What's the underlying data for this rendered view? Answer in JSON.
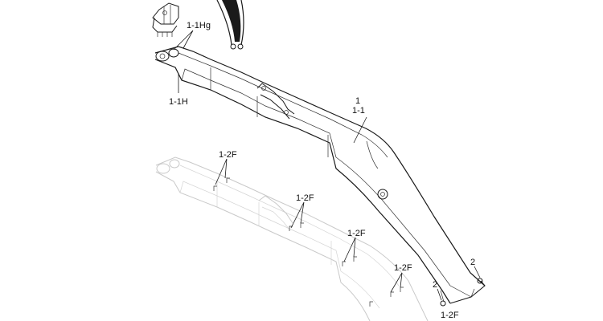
{
  "labels": {
    "hg": "1-1Hg",
    "h": "1-1H",
    "p1": "1",
    "p11": "1-1",
    "f_a": "1-2F",
    "f_b": "1-2F",
    "f_c": "1-2F",
    "f_d": "1-2F",
    "f_e": "1-2F",
    "n2_right": "2",
    "n2_left": "2"
  },
  "colors": {
    "ink": "#1a1a1a",
    "ghost": "#c9c9c9",
    "background": "#ffffff"
  }
}
